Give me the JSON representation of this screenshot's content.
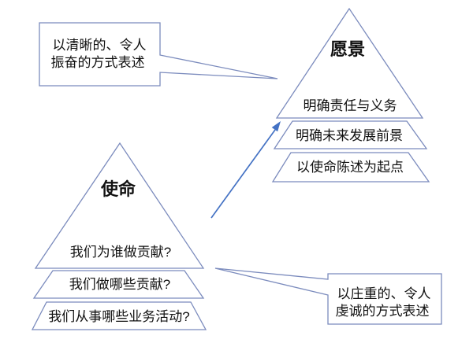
{
  "colors": {
    "outline": "#7b8bbd",
    "arrow": "#4472c4",
    "text_color": "#111111",
    "shape_fill": "#ffffff"
  },
  "callout_top_left": {
    "line1": "以清晰的、令人",
    "line2": "振奋的方式表述"
  },
  "callout_bottom_right": {
    "line1": "以庄重的、令人",
    "line2": "虔诚的方式表述"
  },
  "vision_pyramid": {
    "title": "愿景",
    "levels": [
      "明确责任与义务",
      "明确未来发展前景",
      "以使命陈述为起点"
    ]
  },
  "mission_pyramid": {
    "title": "使命",
    "levels": [
      "我们为谁做贡献?",
      "我们做哪些贡献?",
      "我们从事哪些业务活动?"
    ]
  }
}
